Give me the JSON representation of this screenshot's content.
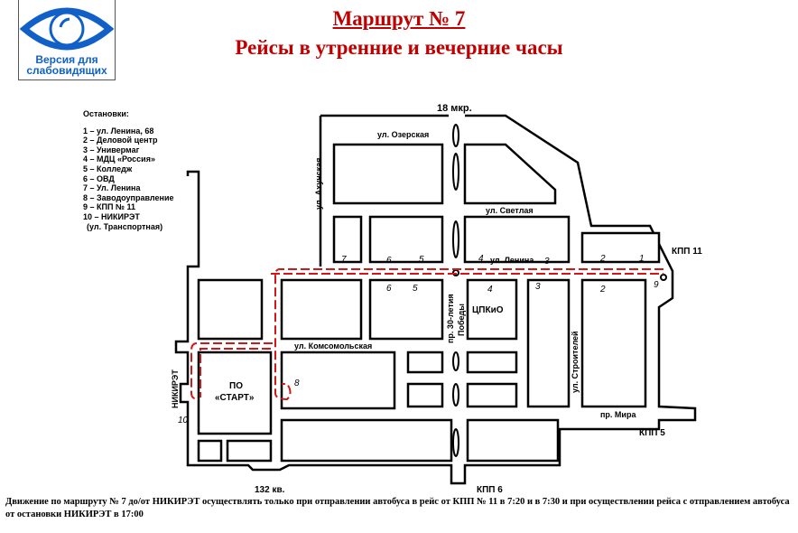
{
  "logo": {
    "line1": "Версия для",
    "line2": "слабовидящих"
  },
  "header": {
    "title": "Маршрут № 7",
    "subtitle": "Рейсы в утренние и вечерние часы"
  },
  "legend": {
    "heading": "Остановки:",
    "items": [
      "1 – ул. Ленина, 68",
      "2 – Деловой центр",
      "3 – Универмаг",
      "4 – МДЦ «Россия»",
      "5 – Колледж",
      "6 – ОВД",
      "7 – Ул. Ленина",
      "8 – Заводоуправление",
      "9 – КПП № 11",
      "10 – НИКИРЭТ",
      "(ул. Транспортная)"
    ]
  },
  "map": {
    "district_18": "18 мкр.",
    "street_ozerskaya": "ул. Озерская",
    "street_akhunskaya": "ул. Ахунская",
    "street_svetlaya": "ул. Светлая",
    "street_lenina": "ул. Ленина",
    "street_komsomolskaya": "ул. Комсомольская",
    "street_pobedy_1": "пр. 30-летия",
    "street_pobedy_2": "Победы",
    "street_stroitelei": "ул. Строителей",
    "street_mira": "пр. Мира",
    "street_nikiret": "НИКИРЭТ",
    "park": "ЦПКиО",
    "start_1": "ПО",
    "start_2": "«СТАРТ»",
    "kpp11": "КПП 11",
    "kpp5": "КПП 5",
    "kpp6": "КПП 6",
    "district_132": "132 кв.",
    "stops": {
      "s1": "1",
      "s2": "2",
      "s3": "3",
      "s4": "4",
      "s5": "5",
      "s6": "6",
      "s7": "7",
      "s8": "8",
      "s9": "9",
      "s10": "10"
    }
  },
  "note": "Движение по маршруту № 7 до/от НИКИРЭТ осуществлять только при отправлении автобуса в рейс от КПП № 11 в 7:20 и в 7:30 и при осуществлении рейса с отправлением автобуса от остановки НИКИРЭТ в 17:00",
  "colors": {
    "title": "#c00000",
    "route": "#d01818",
    "logo": "#1060c8"
  }
}
